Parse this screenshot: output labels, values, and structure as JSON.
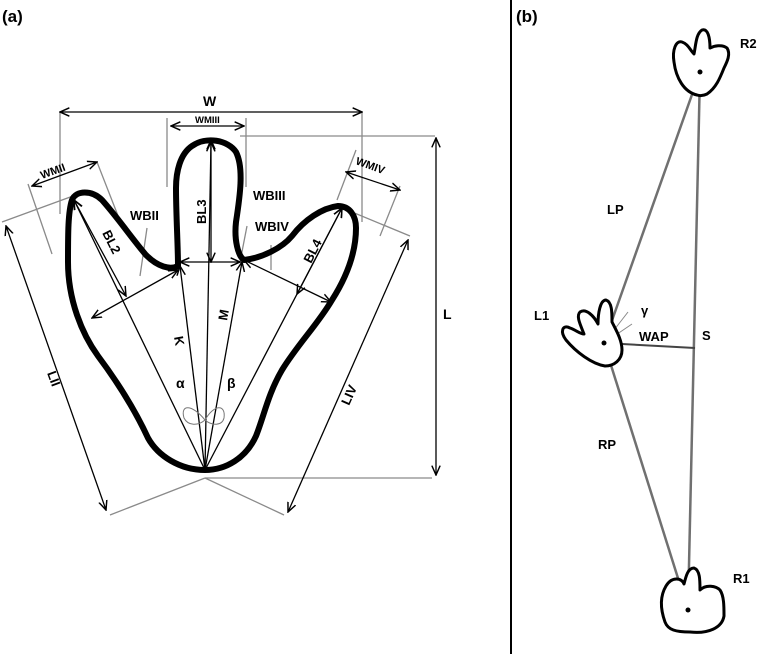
{
  "panel_a": {
    "label": "(a)",
    "measures": {
      "W": "W",
      "WMIII": "WMIII",
      "WMII": "WMII",
      "WMIV": "WMIV",
      "WBII": "WBII",
      "WBIII": "WBIII",
      "WBIV": "WBIV",
      "BL2": "BL2",
      "BL3": "BL3",
      "BL4": "BL4",
      "K": "K",
      "M": "M",
      "alpha": "α",
      "beta": "β",
      "LII": "LII",
      "LIV": "LIV",
      "L": "L"
    }
  },
  "panel_b": {
    "label": "(b)",
    "prints": {
      "R2": "R2",
      "L1": "L1",
      "R1": "R1"
    },
    "measures": {
      "LP": "LP",
      "S": "S",
      "WAP": "WAP",
      "RP": "RP",
      "gamma": "γ"
    }
  }
}
